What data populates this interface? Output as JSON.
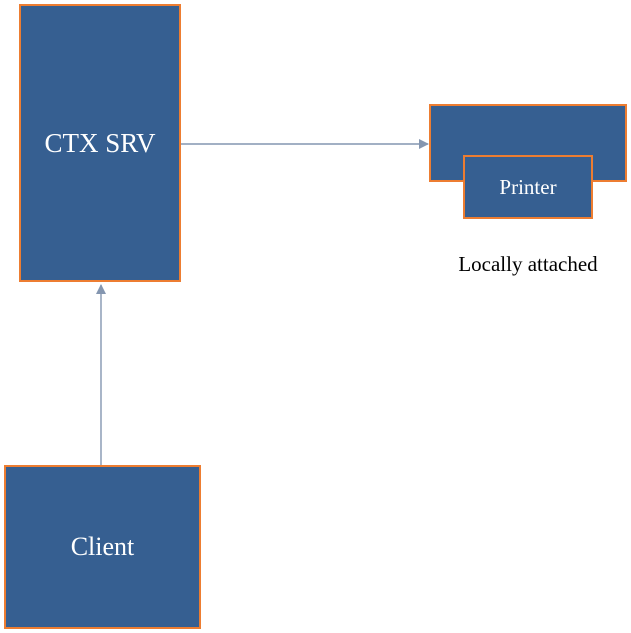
{
  "nodes": {
    "server": {
      "label": "CTX SRV"
    },
    "client": {
      "label": "Client"
    },
    "printer": {
      "label": "Printer",
      "caption": "Locally attached"
    }
  },
  "edges": [
    {
      "from": "client",
      "to": "server"
    },
    {
      "from": "server",
      "to": "printer"
    }
  ],
  "colors": {
    "box_fill": "#365f91",
    "box_border": "#ed7d31",
    "connector": "#8496b0",
    "text_on_box": "#ffffff",
    "caption_text": "#000000"
  }
}
